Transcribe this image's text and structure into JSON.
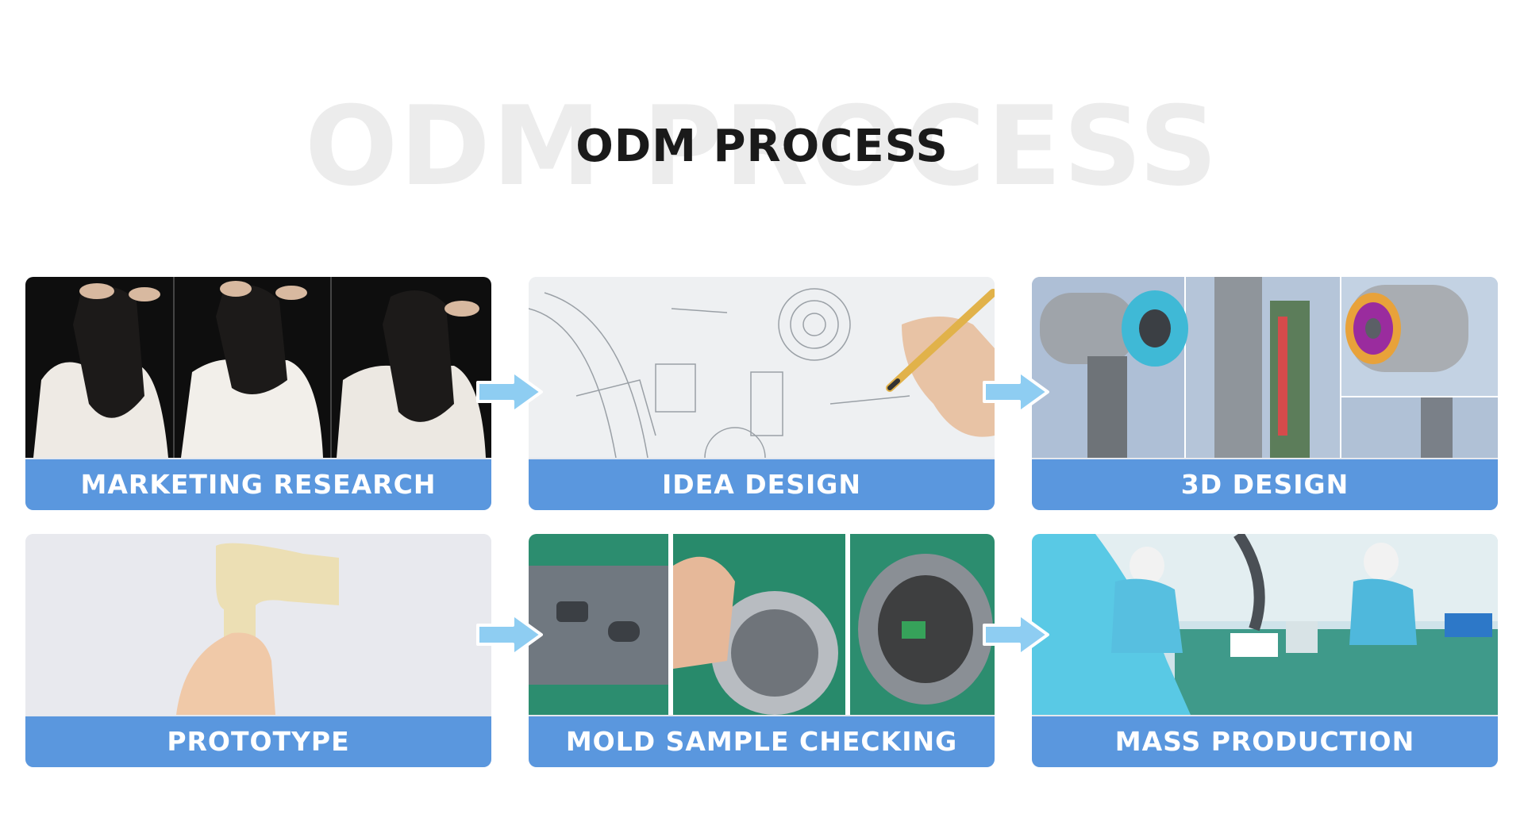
{
  "header": {
    "watermark": "ODM PROCESS",
    "title": "ODM PROCESS"
  },
  "steps": [
    {
      "label": "MARKETING RESEARCH"
    },
    {
      "label": "IDEA DESIGN"
    },
    {
      "label": "3D DESIGN"
    },
    {
      "label": "PROTOTYPE"
    },
    {
      "label": "MOLD SAMPLE CHECKING"
    },
    {
      "label": "MASS PRODUCTION"
    }
  ],
  "colors": {
    "caption_bg": "#5a97de",
    "arrow": "#8ecdf2",
    "watermark": "#ececec"
  }
}
